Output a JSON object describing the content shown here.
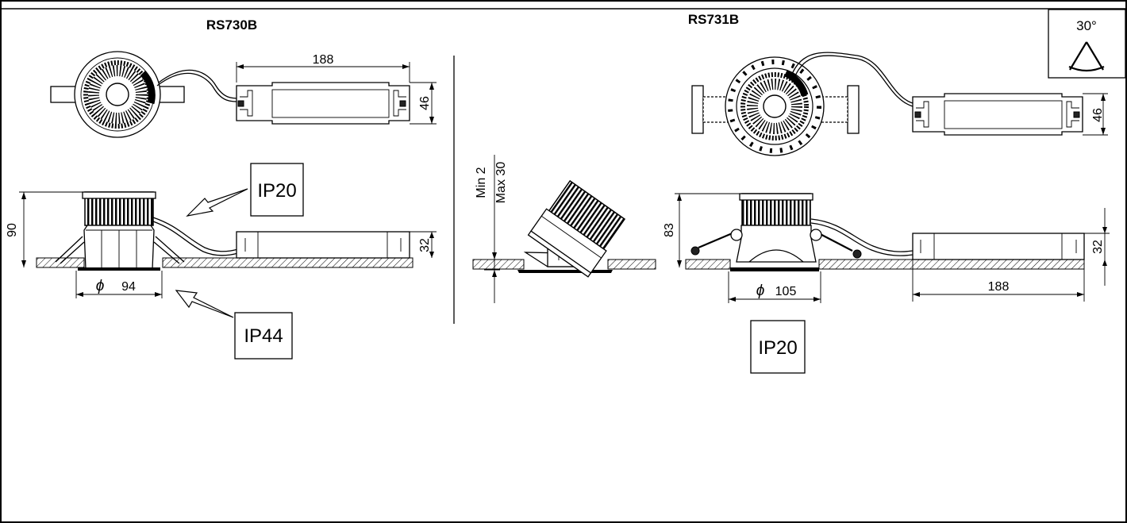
{
  "models": {
    "left": "RS730B",
    "right": "RS731B"
  },
  "tilt_badge": {
    "angle": "30°"
  },
  "left": {
    "driver_length": "188",
    "driver_height_top": "46",
    "height": "90",
    "driver_height_side": "32",
    "cutout": "94",
    "ip_upper": "IP20",
    "ip_lower": "IP44"
  },
  "middle": {
    "ceiling_min": "Min 2",
    "ceiling_max": "Max 30"
  },
  "right": {
    "driver_height_top": "46",
    "height": "83",
    "driver_height_side": "32",
    "cutout": "105",
    "driver_length": "188",
    "ip": "IP20"
  },
  "symbols": {
    "diameter": "ϕ"
  }
}
